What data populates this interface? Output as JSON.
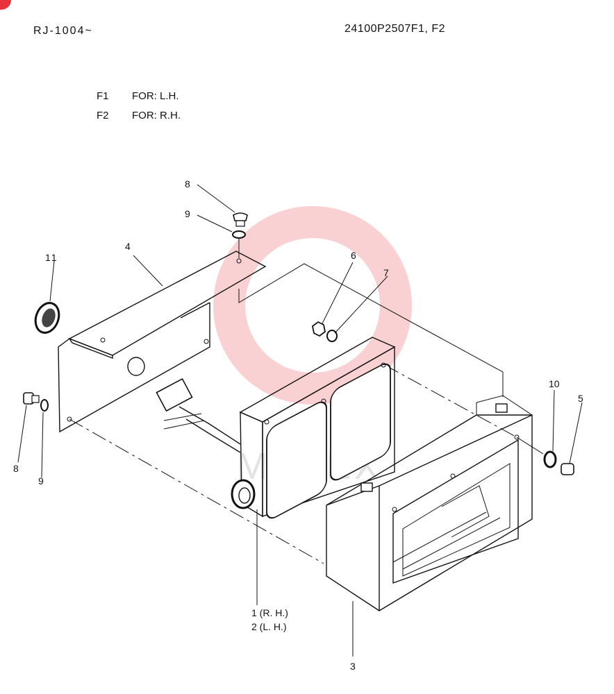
{
  "header": {
    "model_range": "RJ-1004~",
    "part_code": "24100P2507F1, F2"
  },
  "legend": {
    "items": [
      {
        "code": "F1",
        "text": "FOR: L.H."
      },
      {
        "code": "F2",
        "text": "FOR: R.H."
      }
    ]
  },
  "callouts": {
    "p1": "1 (R. H.)",
    "p2": "2 (L. H.)",
    "p3": "3",
    "p4": "4",
    "p5": "5",
    "p6": "6",
    "p7": "7",
    "p8_top": "8",
    "p8_left": "8",
    "p9_top": "9",
    "p9_left": "9",
    "p10": "10",
    "p11": "11"
  },
  "watermark": {
    "text": "MHTEX",
    "color": "#e8323c"
  },
  "colors": {
    "ink": "#111111",
    "corner_mark": "#e8323c"
  }
}
